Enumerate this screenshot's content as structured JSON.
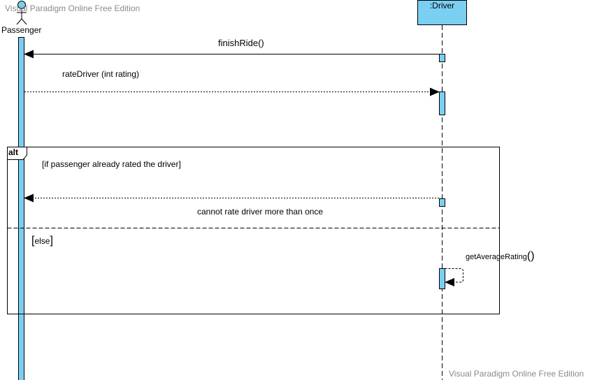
{
  "watermark": {
    "top": "Visual Paradigm Online Free Edition",
    "bottom": "Visual Paradigm Online Free Edition"
  },
  "lifelines": {
    "passenger": {
      "name": "Passenger",
      "icon": "actor-stick-figure-icon"
    },
    "driver": {
      "name": ":Driver",
      "fill_color": "#7bcff2"
    }
  },
  "messages": {
    "finish_ride": "finishRide()",
    "rate_driver": "rateDriver (int rating)",
    "cannot_rate": "cannot rate driver more than once",
    "get_average_rating_name": "getAverageRating",
    "get_average_rating_parens": "()"
  },
  "fragment": {
    "operator": "alt",
    "guard_1": "[if passenger already rated the driver]",
    "guard_2_open": "[",
    "guard_2_text": "else",
    "guard_2_close": "]"
  },
  "colors": {
    "activation": "#7bcff2",
    "line": "#000000",
    "watermark": "#8a8a8a"
  }
}
